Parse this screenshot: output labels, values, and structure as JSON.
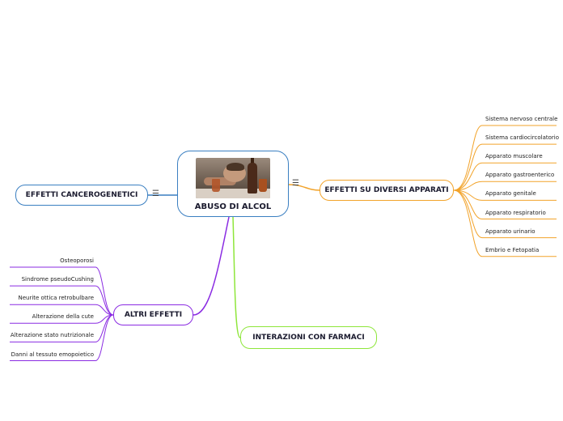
{
  "central": {
    "title": "ABUSO DI ALCOL",
    "image": "man-passed-out-with-alcohol-photo"
  },
  "topics": {
    "cancer": "EFFETTI CANCEROGENETICI",
    "diversi": "EFFETTI SU DIVERSI APPARATI",
    "altri": "ALTRI EFFETTI",
    "farmaci": "INTERAZIONI CON FARMACI"
  },
  "menu_icon": "☰",
  "diversi_items": [
    "Sistema nervoso centrale",
    "Sistema cardiocircolatorio",
    "Apparato muscolare",
    "Apparato gastroenterico",
    "Apparato genitale",
    "Apparato respiratorio",
    "Apparato urinario",
    "Embrio e Fetopatia"
  ],
  "altri_items": [
    "Osteoporosi",
    "Sindrome pseudoCushing",
    "Neurite ottica retrobulbare",
    "Alterazione della cute",
    "Alterazione stato nutrizionale",
    "Danni al tessuto emopoietico"
  ],
  "colors": {
    "blue": "#3a7fc1",
    "orange": "#f2a32a",
    "purple": "#8a2be2",
    "green": "#8ee63a"
  }
}
